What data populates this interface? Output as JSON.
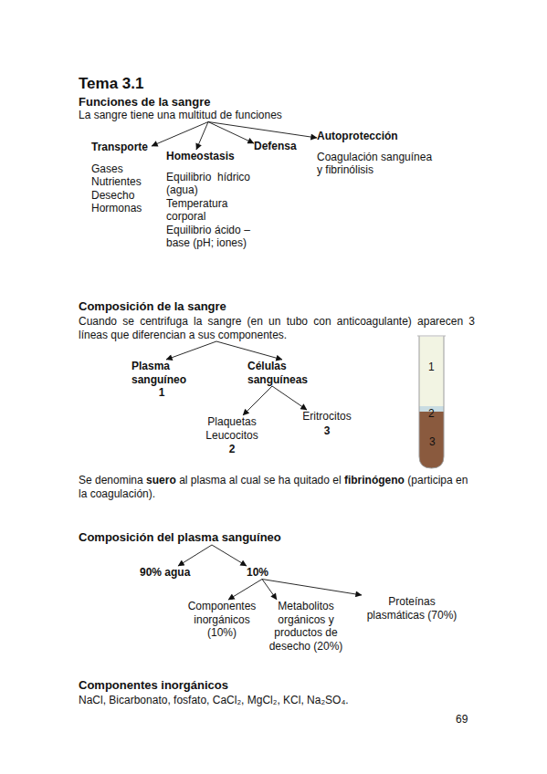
{
  "diagram": {
    "title": "Tema 3.1",
    "nodes": [
      {
        "text": [
          "La sangre tiene una multitud de funciones"
        ]
      },
      {
        "text": [
          "Transporte",
          "Gases Nutrientes Desecho Hormonas"
        ]
      },
      {
        "text": [
          "Homeostasis",
          "Equilibrio hídrico (agua) Temperatura corporal Equilibrio ácido – base (pH; iones)"
        ]
      },
      {
        "text": [
          "Defensa"
        ]
      },
      {
        "text": [
          "Autoprotección",
          "Coagulación sanguínea y fibrinólisis"
        ]
      },
      {
        "text": [
          "Cuando se centrifuga la sangre (en un tubo con anticoagulante) aparecen 3 líneas que diferencian a sus componentes."
        ]
      },
      {
        "text": [
          "Plasma sanguíneo",
          "1"
        ]
      },
      {
        "text": [
          "Células sanguíneas"
        ]
      },
      {
        "text": [
          "Plaquetas Leucocitos",
          "2"
        ]
      },
      {
        "text": [
          "Eritrocitos",
          "3"
        ]
      },
      {
        "text": [
          "Composición del plasma sanguíneo"
        ]
      },
      {
        "text": [
          "90% agua"
        ]
      },
      {
        "text": [
          "10%"
        ]
      },
      {
        "text": [
          "Componentes inorgánicos (10%)"
        ]
      },
      {
        "text": [
          "Metabolitos orgánicos y productos de desecho (20%)"
        ]
      },
      {
        "text": [
          "Proteínas plasmáticas (70%)"
        ]
      }
    ],
    "edges": [
      {
        "from": 0,
        "to": 1,
        "arrow": "to"
      },
      {
        "from": 0,
        "to": 2,
        "arrow": "to"
      },
      {
        "from": 0,
        "to": 3,
        "arrow": "to"
      },
      {
        "from": 0,
        "to": 4,
        "arrow": "to"
      },
      {
        "from": 5,
        "to": 6,
        "arrow": "to"
      },
      {
        "from": 5,
        "to": 7,
        "arrow": "to"
      },
      {
        "from": 7,
        "to": 8,
        "arrow": "to"
      },
      {
        "from": 7,
        "to": 9,
        "arrow": "to"
      },
      {
        "from": 10,
        "to": 11,
        "arrow": "to"
      },
      {
        "from": 10,
        "to": 12,
        "arrow": "to"
      },
      {
        "from": 12,
        "to": 13,
        "arrow": "to"
      },
      {
        "from": 12,
        "to": 14,
        "arrow": "to"
      },
      {
        "from": 12,
        "to": 15,
        "arrow": "to"
      }
    ],
    "labels": [
      "Funciones de la sangre",
      "Composición de la sangre",
      "1",
      "2",
      "3",
      "Se denomina",
      "suero",
      "al plasma al cual se ha quitado el",
      "fibrinógeno",
      "(participa en la coagulación).",
      "Componentes inorgánicos",
      "NaCl, Bicarbonato, fosfato, CaCl₂, MgCl₂, KCl, Na₂SO₄.",
      "69"
    ]
  }
}
